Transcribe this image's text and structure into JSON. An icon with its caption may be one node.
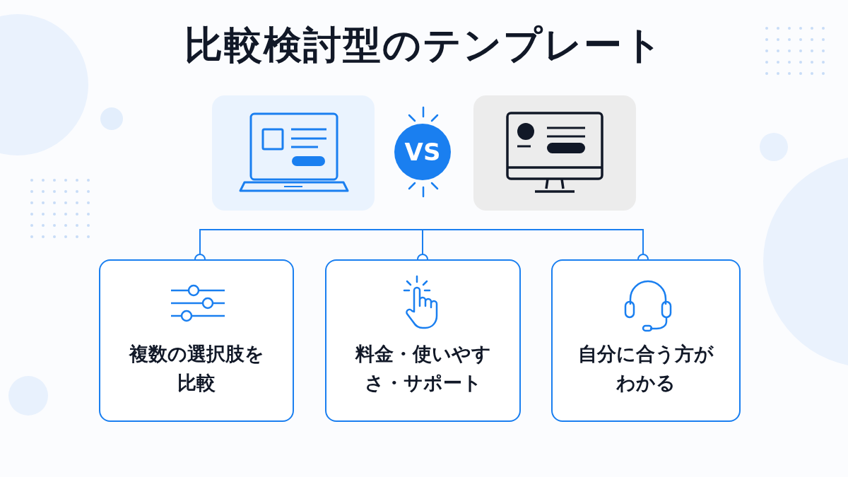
{
  "diagram": {
    "title": "比較検討型のテンプレート",
    "nodes": [
      {
        "text": [],
        "shape": "picture"
      },
      {
        "text": [
          "VS"
        ]
      },
      {
        "text": [],
        "shape": "picture"
      },
      {
        "text": [
          "複数の選択肢を比較"
        ]
      },
      {
        "text": [
          "料金・使いやすさ・サポート"
        ]
      },
      {
        "text": [
          "自分に合う方がわかる"
        ]
      }
    ],
    "edges": [
      {
        "from": null,
        "to": 3,
        "arrow": "other"
      },
      {
        "from": null,
        "to": 4,
        "arrow": "other"
      },
      {
        "from": null,
        "to": 5,
        "arrow": "other"
      }
    ]
  }
}
